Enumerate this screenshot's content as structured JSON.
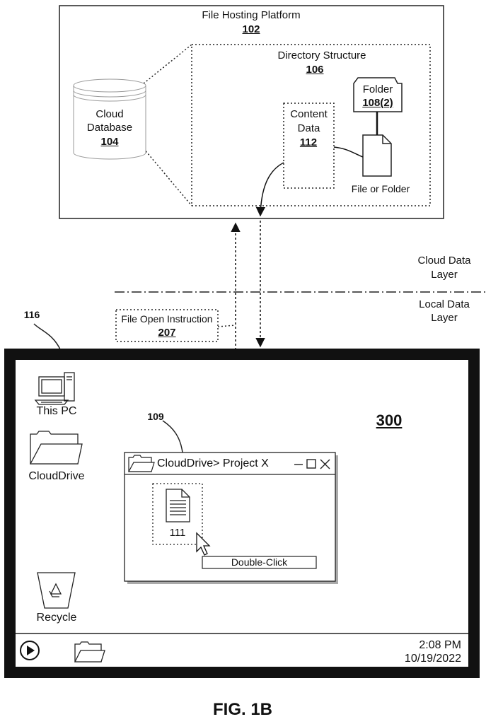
{
  "platform": {
    "title": "File Hosting Platform",
    "ref": "102"
  },
  "directory": {
    "title": "Directory Structure",
    "ref": "106"
  },
  "database": {
    "line1": "Cloud",
    "line2": "Database",
    "ref": "104"
  },
  "content": {
    "line1": "Content",
    "line2": "Data",
    "ref": "112"
  },
  "folder": {
    "label": "Folder",
    "ref": "108(2)"
  },
  "file_or_folder": "File or Folder",
  "layers": {
    "cloud_line1": "Cloud Data",
    "cloud_line2": "Layer",
    "local_line1": "Local Data",
    "local_line2": "Layer"
  },
  "instruction": {
    "label": "File Open Instruction",
    "ref": "207"
  },
  "device_ref": "116",
  "screen_ref": "300",
  "window_ref": "109",
  "desktop": {
    "this_pc": "This PC",
    "clouddrive": "CloudDrive",
    "recycle": "Recycle"
  },
  "window": {
    "title": "CloudDrive> Project X",
    "file_label": "111",
    "action": "Double-Click"
  },
  "taskbar": {
    "time": "2:08 PM",
    "date": "10/19/2022"
  },
  "figure_caption": "FIG. 1B",
  "icons": [
    "computer-icon",
    "folder-icon",
    "recycle-bin-icon",
    "document-icon",
    "cursor-icon",
    "play-icon",
    "minimize-icon",
    "maximize-icon",
    "close-icon",
    "file-icon"
  ]
}
